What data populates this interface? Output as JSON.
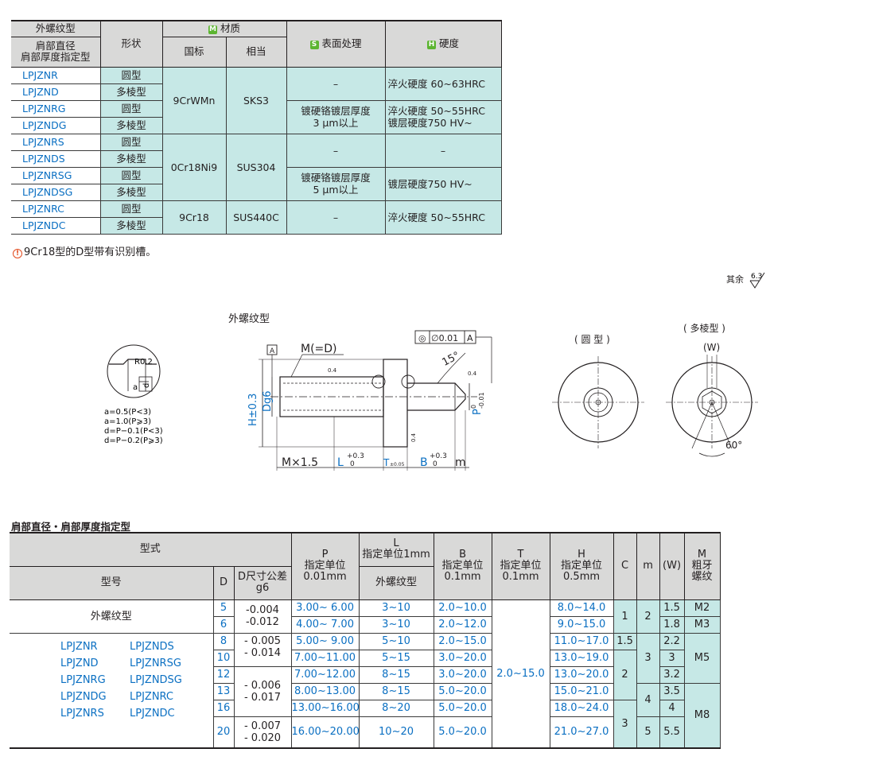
{
  "table1": {
    "header": {
      "series": "外螺纹型",
      "shoulder_spec": [
        "肩部直径",
        "肩部厚度指定型"
      ],
      "shape": "形状",
      "material": "材质",
      "material_badge": "M",
      "gb": "国标",
      "equivalent": "相当",
      "surface": "表面处理",
      "surface_badge": "S",
      "hardness": "硬度",
      "hardness_badge": "H"
    },
    "rows": [
      {
        "code": "LPJZNR",
        "shape": "圆型"
      },
      {
        "code": "LPJZND",
        "shape": "多棱型"
      },
      {
        "code": "LPJZNRG",
        "shape": "圆型"
      },
      {
        "code": "LPJZNDG",
        "shape": "多棱型"
      },
      {
        "code": "LPJZNRS",
        "shape": "圆型"
      },
      {
        "code": "LPJZNDS",
        "shape": "多棱型"
      },
      {
        "code": "LPJZNRSG",
        "shape": "圆型"
      },
      {
        "code": "LPJZNDSG",
        "shape": "多棱型"
      },
      {
        "code": "LPJZNRC",
        "shape": "圆型"
      },
      {
        "code": "LPJZNDC",
        "shape": "多棱型"
      }
    ],
    "groups": [
      {
        "gb": "9CrWMn",
        "eq": "SKS3"
      },
      {
        "gb": "0Cr18Ni9",
        "eq": "SUS304"
      },
      {
        "gb": "9Cr18",
        "eq": "SUS440C"
      }
    ],
    "surface": {
      "dash": "–",
      "plating3": [
        "镀硬铬镀层厚度",
        "3 μm以上"
      ],
      "plating5": [
        "镀硬铬镀层厚度",
        "5 μm以上"
      ]
    },
    "hardness": {
      "h1": "淬火硬度 60~63HRC",
      "h2a": "淬火硬度 50~55HRC",
      "h2b": "镀层硬度750 HV~",
      "h3": "–",
      "h4": "镀层硬度750 HV~",
      "h5": "淬火硬度 50~55HRC"
    },
    "note_mark": "!",
    "note": "9Cr18型的D型带有识别槽。",
    "colors": {
      "code_blue": "#0a6fc2",
      "mint": "#c6e8e6",
      "header_gray": "#d9d9d8",
      "badge_green": "#5cb531"
    }
  },
  "drawing": {
    "roughness_label": "其余",
    "roughness_value": "6.3",
    "title": "外螺纹型",
    "round_label": "( 圆 型 )",
    "poly_label": "( 多棱型 )",
    "W_label": "(W)",
    "angle60": "60°",
    "M_label": "M(=D)",
    "A_label": "A",
    "tol_frame": [
      "◎",
      "∅0.01",
      "A"
    ],
    "angle15": "15°",
    "rough04": "0.4",
    "H_label": "H±0.3",
    "Dg6_label": "Dg6",
    "P_label": "P",
    "P_tol": [
      "0",
      "-0.01"
    ],
    "bottom": {
      "Mx": "M×1.5",
      "L": "L",
      "L_tol": [
        "+0.3",
        "0"
      ],
      "T": "T",
      "T_tol": "±0.05",
      "B": "B",
      "B_tol": [
        "+0.3",
        "0"
      ],
      "m": "m"
    },
    "detail": {
      "R": "R0.2",
      "a": "a",
      "d": "d",
      "notes": [
        "a=0.5(P<3)",
        "a=1.0(P⩾3)",
        "d=P−0.1(P<3)",
        "d=P−0.2(P⩾3)"
      ]
    }
  },
  "table2": {
    "title": "肩部直径・肩部厚度指定型",
    "header": {
      "type": "型式",
      "model": "型号",
      "D": "D",
      "Dtol": [
        "D尺寸公差",
        "g6"
      ],
      "P": [
        "P",
        "指定单位",
        "0.01mm"
      ],
      "L": [
        "L",
        "指定单位1mm"
      ],
      "L_sub": "外螺纹型",
      "B": [
        "B",
        "指定单位",
        "0.1mm"
      ],
      "T": [
        "T",
        "指定单位",
        "0.1mm"
      ],
      "H": [
        "H",
        "指定单位",
        "0.5mm"
      ],
      "C": "C",
      "m": "m",
      "W": "(W)",
      "M": [
        "M",
        "粗牙",
        "螺纹"
      ]
    },
    "series_label": "外螺纹型",
    "codes": [
      [
        "LPJZNR",
        "LPJZNDS"
      ],
      [
        "LPJZND",
        "LPJZNRSG"
      ],
      [
        "LPJZNRG",
        "LPJZNDSG"
      ],
      [
        "LPJZNDG",
        "LPJZNRC"
      ],
      [
        "LPJZNRS",
        "LPJZNDC"
      ]
    ],
    "rows": [
      {
        "D": "5",
        "P": "3.00~ 6.00",
        "L": "3~10",
        "B": "2.0~10.0",
        "H": "8.0~14.0",
        "W": "1.5"
      },
      {
        "D": "6",
        "P": "4.00~ 7.00",
        "L": "3~10",
        "B": "2.0~12.0",
        "H": "9.0~15.0",
        "W": "1.8"
      },
      {
        "D": "8",
        "P": "5.00~ 9.00",
        "L": "5~10",
        "B": "2.0~15.0",
        "H": "11.0~17.0",
        "W": "2.2"
      },
      {
        "D": "10",
        "P": "7.00~11.00",
        "L": "5~15",
        "B": "3.0~20.0",
        "H": "13.0~19.0",
        "W": "3"
      },
      {
        "D": "12",
        "P": "7.00~12.00",
        "L": "8~15",
        "B": "3.0~20.0",
        "H": "13.0~20.0",
        "W": "3.2"
      },
      {
        "D": "13",
        "P": "8.00~13.00",
        "L": "8~15",
        "B": "5.0~20.0",
        "H": "15.0~21.0",
        "W": "3.5"
      },
      {
        "D": "16",
        "P": "13.00~16.00",
        "L": "8~20",
        "B": "5.0~20.0",
        "H": "18.0~24.0",
        "W": "4"
      },
      {
        "D": "20",
        "P": "16.00~20.00",
        "L": "10~20",
        "B": "5.0~20.0",
        "H": "21.0~27.0",
        "W": "5.5"
      }
    ],
    "tol": [
      [
        "-0.004",
        "-0.012"
      ],
      [
        "- 0.005",
        "- 0.014"
      ],
      [
        "- 0.006",
        "- 0.017"
      ],
      [
        "- 0.007",
        "- 0.020"
      ]
    ],
    "T_value": "2.0~15.0",
    "C": [
      "1",
      "1.5",
      "2",
      "3"
    ],
    "m": [
      "2",
      "3",
      "4",
      "5"
    ],
    "M": [
      "M2",
      "M3",
      "M5",
      "M8"
    ]
  }
}
